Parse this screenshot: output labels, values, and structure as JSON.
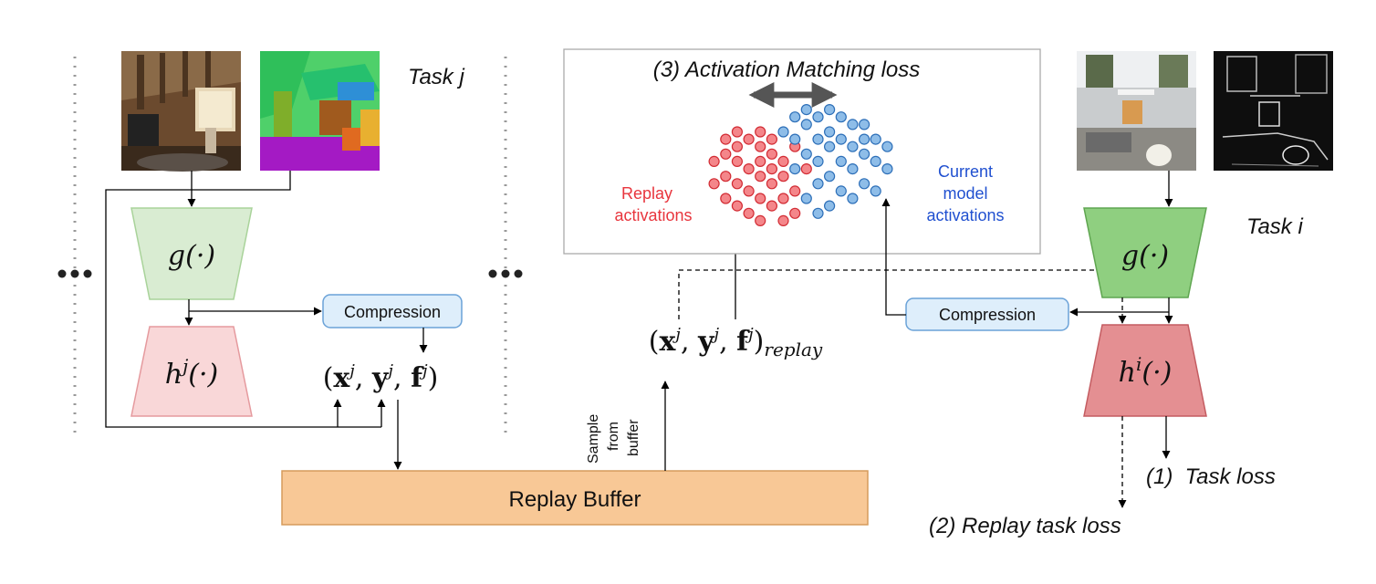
{
  "task_j": {
    "label": "Task j",
    "encoder": "g(·)",
    "head_base": "h",
    "head_sup": "j",
    "head_args": "(·)",
    "compression": "Compression",
    "tuple": "(x^j, y^j, f^j)"
  },
  "task_i": {
    "label": "Task i",
    "encoder": "g(·)",
    "head_base": "h",
    "head_sup": "i",
    "head_args": "(·)",
    "compression": "Compression"
  },
  "activation_panel": {
    "title": "(3) Activation Matching loss",
    "replay_label_line1": "Replay",
    "replay_label_line2": "activations",
    "current_label_line1": "Current",
    "current_label_line2": "model",
    "current_label_line3": "activations",
    "replay_color": "#e8353d",
    "current_color": "#3b86d6"
  },
  "replay_tuple": "(x^j, y^j, f^j)_replay",
  "replay_tuple_subscript": "replay",
  "sample_label": [
    "Sample",
    "from",
    "buffer"
  ],
  "replay_buffer": "Replay Buffer",
  "losses": {
    "task_loss": "(1)  Task loss",
    "replay_task_loss": "(2) Replay task loss"
  },
  "colors": {
    "encoder_j_fill": "#d9ecd2",
    "encoder_j_stroke": "#a9d39a",
    "head_j_fill": "#f9d7d8",
    "head_j_stroke": "#e59a9e",
    "encoder_i_fill": "#8fcf80",
    "encoder_i_stroke": "#5fa550",
    "head_i_fill": "#e48f92",
    "head_i_stroke": "#c45c61",
    "compression_fill": "#deeefb",
    "compression_stroke": "#6aa2d8",
    "buffer_fill": "#f8c896",
    "buffer_stroke": "#d59b5c"
  },
  "icons": {
    "left_dots": "ellipsis-icon",
    "middle_dots": "ellipsis-icon"
  },
  "chart_data": {
    "type": "scatter",
    "title": "(3) Activation Matching loss",
    "series": [
      {
        "name": "Replay activations",
        "points": [
          [
            -3,
            5
          ],
          [
            -2,
            4
          ],
          [
            -3,
            3
          ],
          [
            -1,
            5
          ],
          [
            0,
            4
          ],
          [
            -2,
            2
          ],
          [
            -4,
            2
          ],
          [
            -1,
            1
          ],
          [
            0,
            2
          ],
          [
            1,
            3
          ],
          [
            -3,
            0
          ],
          [
            -2,
            -1
          ],
          [
            0,
            0
          ],
          [
            1,
            1
          ],
          [
            2,
            2
          ],
          [
            -1,
            -2
          ],
          [
            -3,
            -3
          ],
          [
            0,
            -3
          ],
          [
            1,
            -1
          ],
          [
            2,
            0
          ],
          [
            -2,
            -4
          ],
          [
            1,
            -4
          ],
          [
            3,
            -2
          ],
          [
            2,
            -3
          ],
          [
            -1,
            -5
          ],
          [
            0,
            -6
          ],
          [
            2,
            -6
          ],
          [
            3,
            -5
          ],
          [
            -4,
            -1
          ],
          [
            1,
            5
          ],
          [
            3,
            4
          ],
          [
            -2,
            6
          ],
          [
            0,
            6
          ],
          [
            4,
            1
          ]
        ]
      },
      {
        "name": "Current model activations",
        "points": [
          [
            3,
            8
          ],
          [
            4,
            7
          ],
          [
            5,
            8
          ],
          [
            7,
            8
          ],
          [
            6,
            6
          ],
          [
            8,
            7
          ],
          [
            5,
            5
          ],
          [
            3,
            5
          ],
          [
            4,
            3
          ],
          [
            6,
            4
          ],
          [
            7,
            2
          ],
          [
            8,
            4
          ],
          [
            9,
            5
          ],
          [
            9,
            3
          ],
          [
            10,
            5
          ],
          [
            5,
            2
          ],
          [
            6,
            0
          ],
          [
            8,
            1
          ],
          [
            9,
            -1
          ],
          [
            7,
            -2
          ],
          [
            5,
            -1
          ],
          [
            4,
            -3
          ],
          [
            6,
            -4
          ],
          [
            8,
            -3
          ],
          [
            10,
            2
          ],
          [
            11,
            4
          ],
          [
            11,
            1
          ],
          [
            9,
            7
          ],
          [
            2,
            6
          ],
          [
            4,
            9
          ],
          [
            6,
            9
          ],
          [
            7,
            5
          ],
          [
            3,
            1
          ],
          [
            5,
            -5
          ],
          [
            10,
            -2
          ]
        ]
      }
    ]
  }
}
